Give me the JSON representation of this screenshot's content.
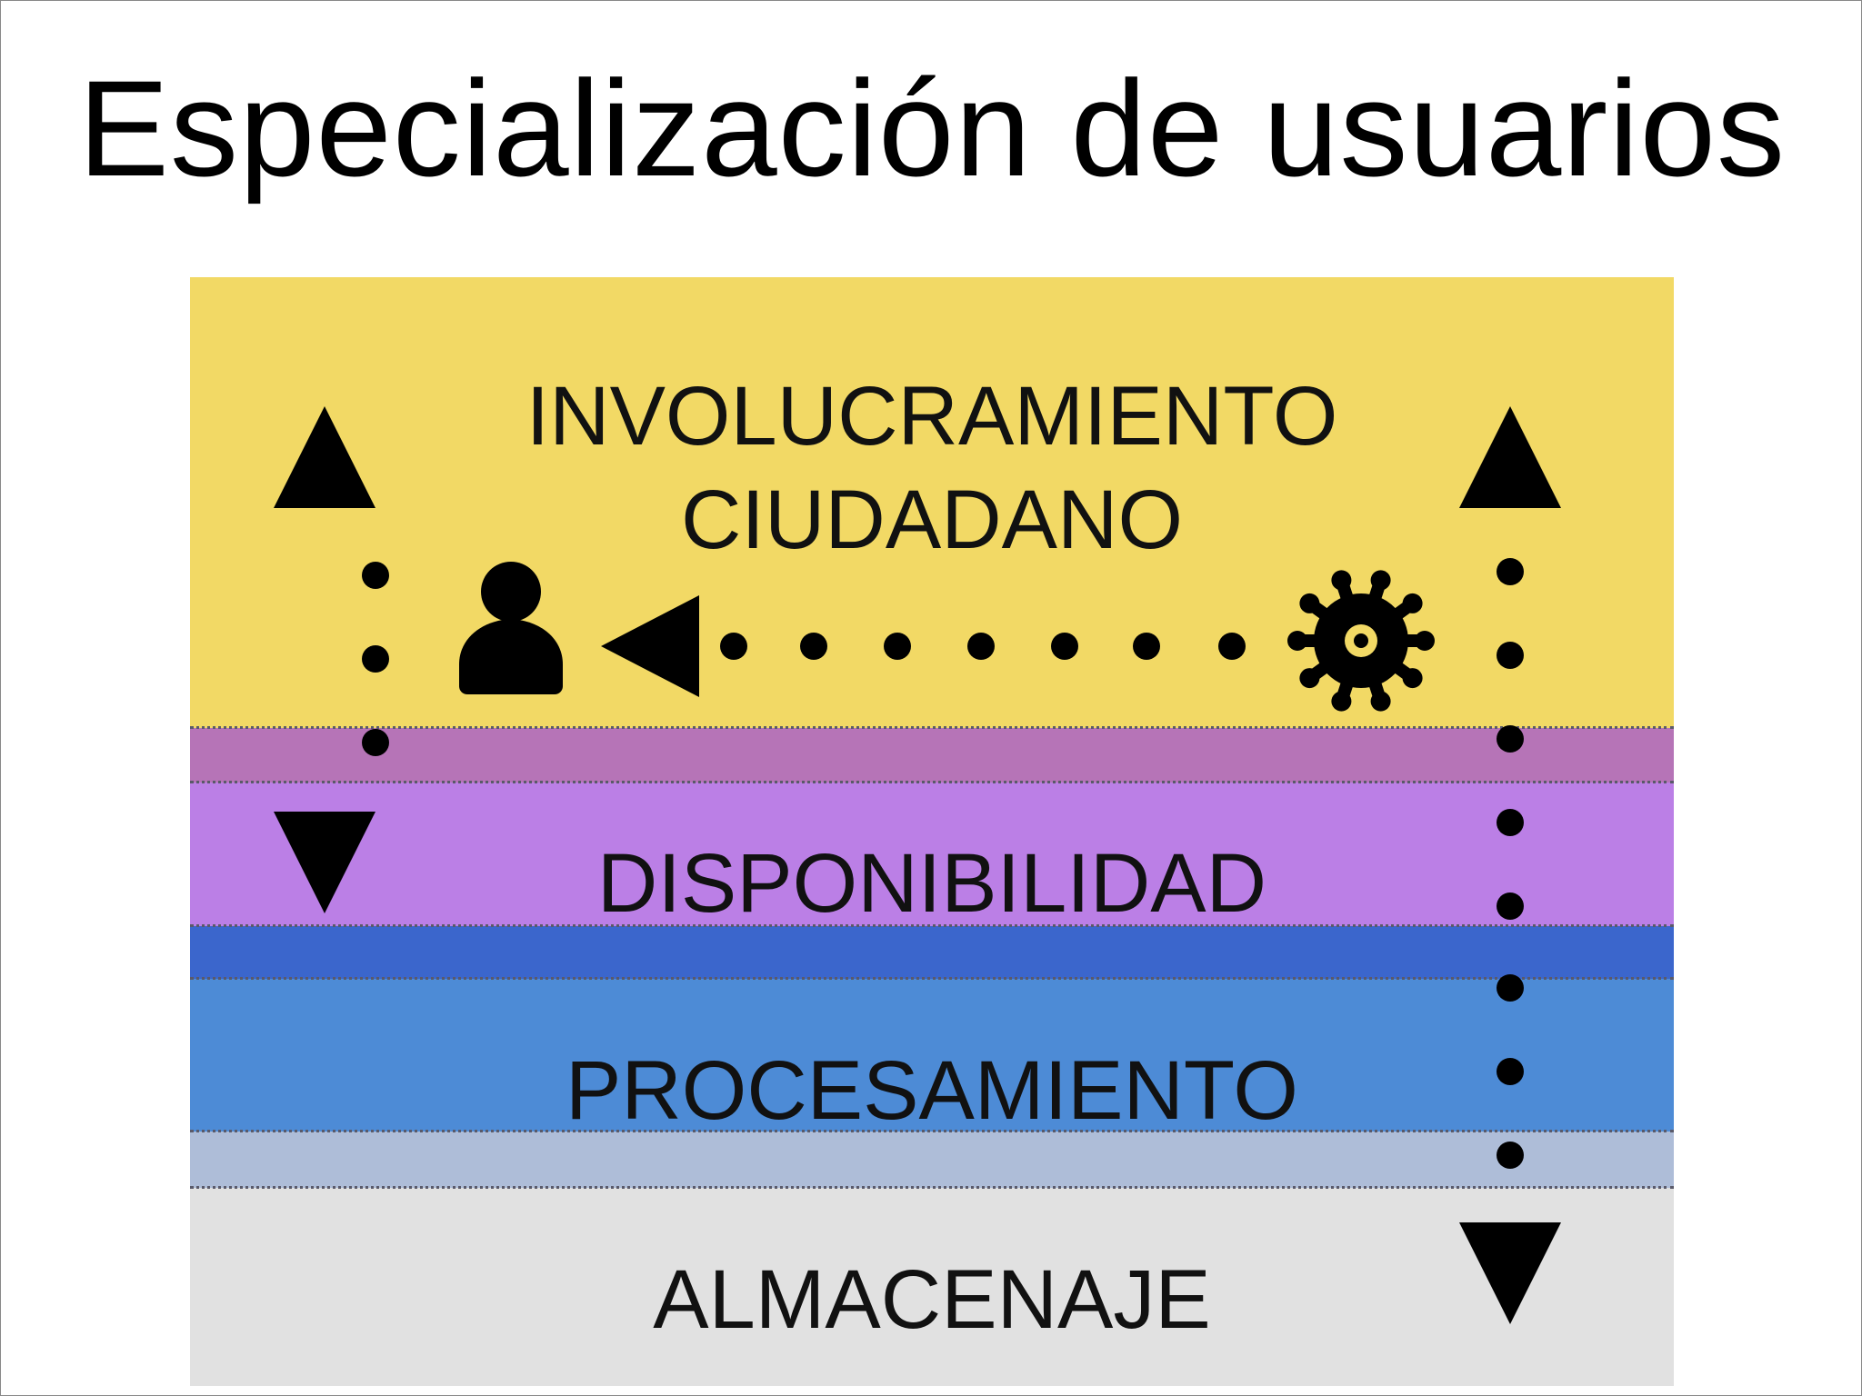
{
  "title": "Especialización de usuarios",
  "layers": {
    "involucramiento": "INVOLUCRAMIENTO\nCIUDADANO",
    "disponibilidad": "DISPONIBILIDAD",
    "procesamiento": "PROCESAMIENTO",
    "almacenaje": "ALMACENAJE"
  },
  "colors": {
    "involucramiento": "#f2d965",
    "disponibilidad": "#bb7fe6",
    "procesamiento": "#4d8bd6",
    "almacenaje": "#e1e1e1"
  },
  "icons": {
    "user": "user-icon",
    "gear": "gear-icon",
    "arrow_up": "triangle-up-icon",
    "arrow_down": "triangle-down-icon",
    "arrow_left": "triangle-left-icon"
  }
}
